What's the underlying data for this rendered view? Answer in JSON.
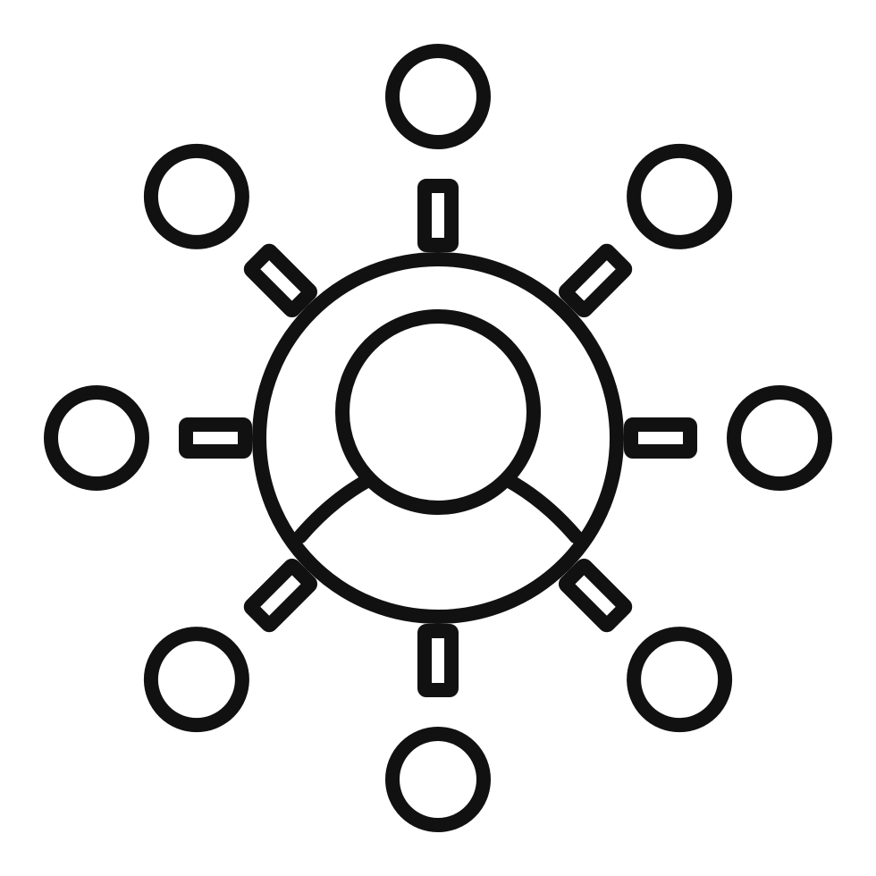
{
  "icon": {
    "name": "network-hub-user-icon",
    "stroke_color": "#111111",
    "background_color": "#ffffff",
    "satellite_nodes": [
      {
        "name": "node-top",
        "direction": "up"
      },
      {
        "name": "node-top-right",
        "direction": "up-right"
      },
      {
        "name": "node-right",
        "direction": "right"
      },
      {
        "name": "node-bottom-right",
        "direction": "down-right"
      },
      {
        "name": "node-bottom",
        "direction": "down"
      },
      {
        "name": "node-bottom-left",
        "direction": "down-left"
      },
      {
        "name": "node-left",
        "direction": "left"
      },
      {
        "name": "node-top-left",
        "direction": "up-left"
      }
    ]
  }
}
